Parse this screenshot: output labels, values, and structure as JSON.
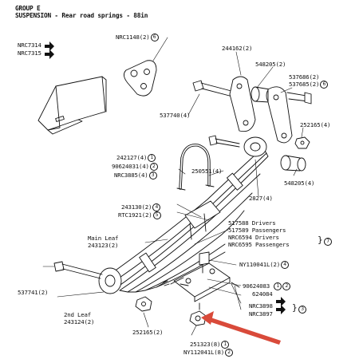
{
  "header": {
    "group": "GROUP E",
    "title": "SUSPENSION - Rear road springs - 88in"
  },
  "colors": {
    "ink": "#111111",
    "highlight_arrow": "#d94a3a",
    "background": "#ffffff"
  },
  "labels": {
    "nrc7314": {
      "code": "NRC7314",
      "icon": "filled-arrow-right-icon"
    },
    "nrc7315": {
      "code": "NRC7315",
      "icon": "filled-arrow-right-icon"
    },
    "nrc1148": {
      "code": "NRC1148(2)",
      "num": "6"
    },
    "p244162": {
      "code": "244162(2)"
    },
    "p548205a": {
      "code": "548205(2)"
    },
    "p537686": {
      "code": "537686(2)"
    },
    "p537685": {
      "code": "537685(2)",
      "num": "6"
    },
    "p537740": {
      "code": "537740(4)"
    },
    "p252165a": {
      "code": "252165(4)"
    },
    "p242127": {
      "code": "242127(4)",
      "num": "1"
    },
    "p90624031": {
      "code": "90624031(4)",
      "num": "2"
    },
    "nrc3885": {
      "code": "NRC3885(4)",
      "num": "3"
    },
    "p250551": {
      "code": "250551(4)"
    },
    "p548205b": {
      "code": "548205(4)"
    },
    "p2827": {
      "code": "2827(4)"
    },
    "p243130": {
      "code": "243130(2)",
      "num": "4"
    },
    "rtc1921": {
      "code": "RTC1921(2)",
      "num": "5"
    },
    "springs": {
      "lines": [
        "517588 Drivers",
        "517589 Passengers",
        "NRC6594 Drivers",
        "NRC6595 Passengers"
      ],
      "num": "7"
    },
    "mainleaf": {
      "name": "Main Leaf",
      "code": "243123(2)"
    },
    "ny110041": {
      "code": "NY110041L(2)",
      "num": "4"
    },
    "p537741": {
      "code": "537741(2)"
    },
    "p90624083": {
      "code": "90624083",
      "nums": [
        "1",
        "2"
      ]
    },
    "p624084": {
      "code": "624084"
    },
    "nrc3898": {
      "code": "NRC3898",
      "icon": "filled-arrow-right-icon"
    },
    "nrc3897": {
      "code": "NRC3897",
      "icon": "filled-arrow-right-icon",
      "num": "3"
    },
    "secondleaf": {
      "name": "2nd Leaf",
      "code": "243124(2)"
    },
    "p252165b": {
      "code": "252165(2)"
    },
    "p251323": {
      "code": "251323(8)",
      "num": "1"
    },
    "ny112041": {
      "code": "NY112041L(8)",
      "num": "2"
    }
  }
}
